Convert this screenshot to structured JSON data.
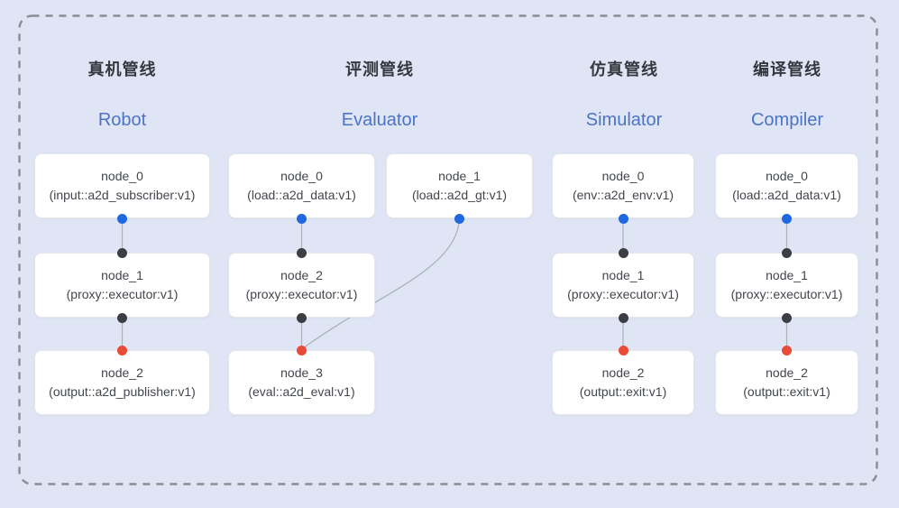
{
  "diagram_title": "pipeline-overview",
  "pipelines": [
    {
      "id": "robot",
      "title_zh": "真机管线",
      "title_en": "Robot",
      "nodes": [
        {
          "name": "node_0",
          "impl": "(input::a2d_subscriber:v1)"
        },
        {
          "name": "node_1",
          "impl": "(proxy::executor:v1)"
        },
        {
          "name": "node_2",
          "impl": "(output::a2d_publisher:v1)"
        }
      ]
    },
    {
      "id": "evaluator",
      "title_zh": "评测管线",
      "title_en": "Evaluator",
      "nodes": [
        {
          "name": "node_0",
          "impl": "(load::a2d_data:v1)"
        },
        {
          "name": "node_1",
          "impl": "(load::a2d_gt:v1)"
        },
        {
          "name": "node_2",
          "impl": "(proxy::executor:v1)"
        },
        {
          "name": "node_3",
          "impl": "(eval::a2d_eval:v1)"
        }
      ]
    },
    {
      "id": "simulator",
      "title_zh": "仿真管线",
      "title_en": "Simulator",
      "nodes": [
        {
          "name": "node_0",
          "impl": "(env::a2d_env:v1)"
        },
        {
          "name": "node_1",
          "impl": "(proxy::executor:v1)"
        },
        {
          "name": "node_2",
          "impl": "(output::exit:v1)"
        }
      ]
    },
    {
      "id": "compiler",
      "title_zh": "编译管线",
      "title_en": "Compiler",
      "nodes": [
        {
          "name": "node_0",
          "impl": "(load::a2d_data:v1)"
        },
        {
          "name": "node_1",
          "impl": "(proxy::executor:v1)"
        },
        {
          "name": "node_2",
          "impl": "(output::exit:v1)"
        }
      ]
    }
  ],
  "colors": {
    "background": "#dfe5f4",
    "frame_dash": "#8a8d93",
    "node_bg": "#ffffff",
    "node_border": "#e4e6ea",
    "title_zh": "#34383e",
    "title_en": "#4b74c8",
    "node_text": "#42464d",
    "dot_input_blue": "#2068df",
    "dot_port_dark": "#3b3e43",
    "dot_output_red": "#e94b37",
    "edge": "#a9b0bc"
  }
}
